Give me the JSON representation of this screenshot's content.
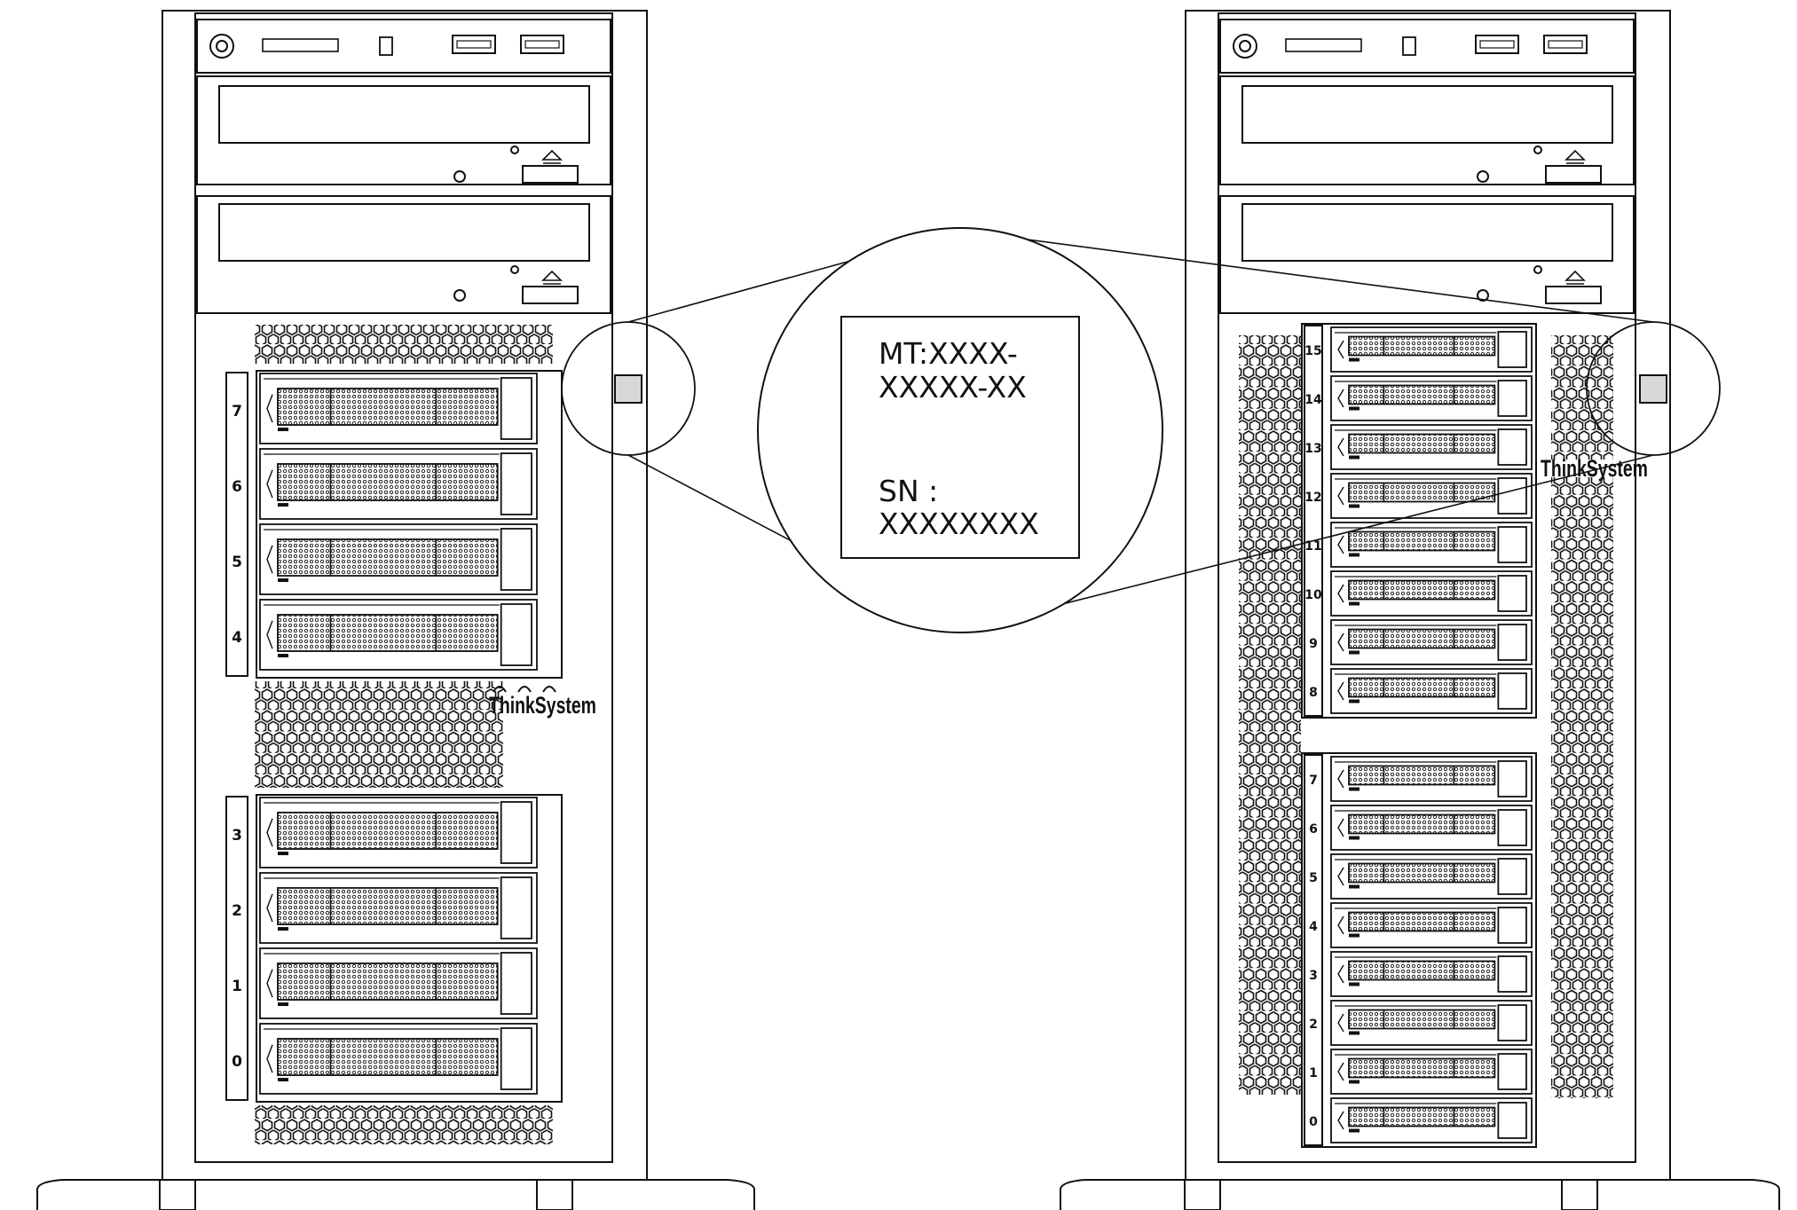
{
  "brand": "ThinkSystem",
  "label": {
    "mt_line1": "MT:XXXX-",
    "mt_line2": "XXXXX-XX",
    "sn_line1": "SN :",
    "sn_line2": "XXXXXXXX"
  },
  "left_server": {
    "bay_numbers": [
      "7",
      "6",
      "5",
      "4",
      "3",
      "2",
      "1",
      "0"
    ]
  },
  "right_server": {
    "bay_numbers": [
      "15",
      "14",
      "13",
      "12",
      "11",
      "10",
      "9",
      "8",
      "7",
      "6",
      "5",
      "4",
      "3",
      "2",
      "1",
      "0"
    ]
  },
  "colors": {
    "line": "#111111",
    "background": "#ffffff",
    "tag": "#d8d8d8"
  }
}
